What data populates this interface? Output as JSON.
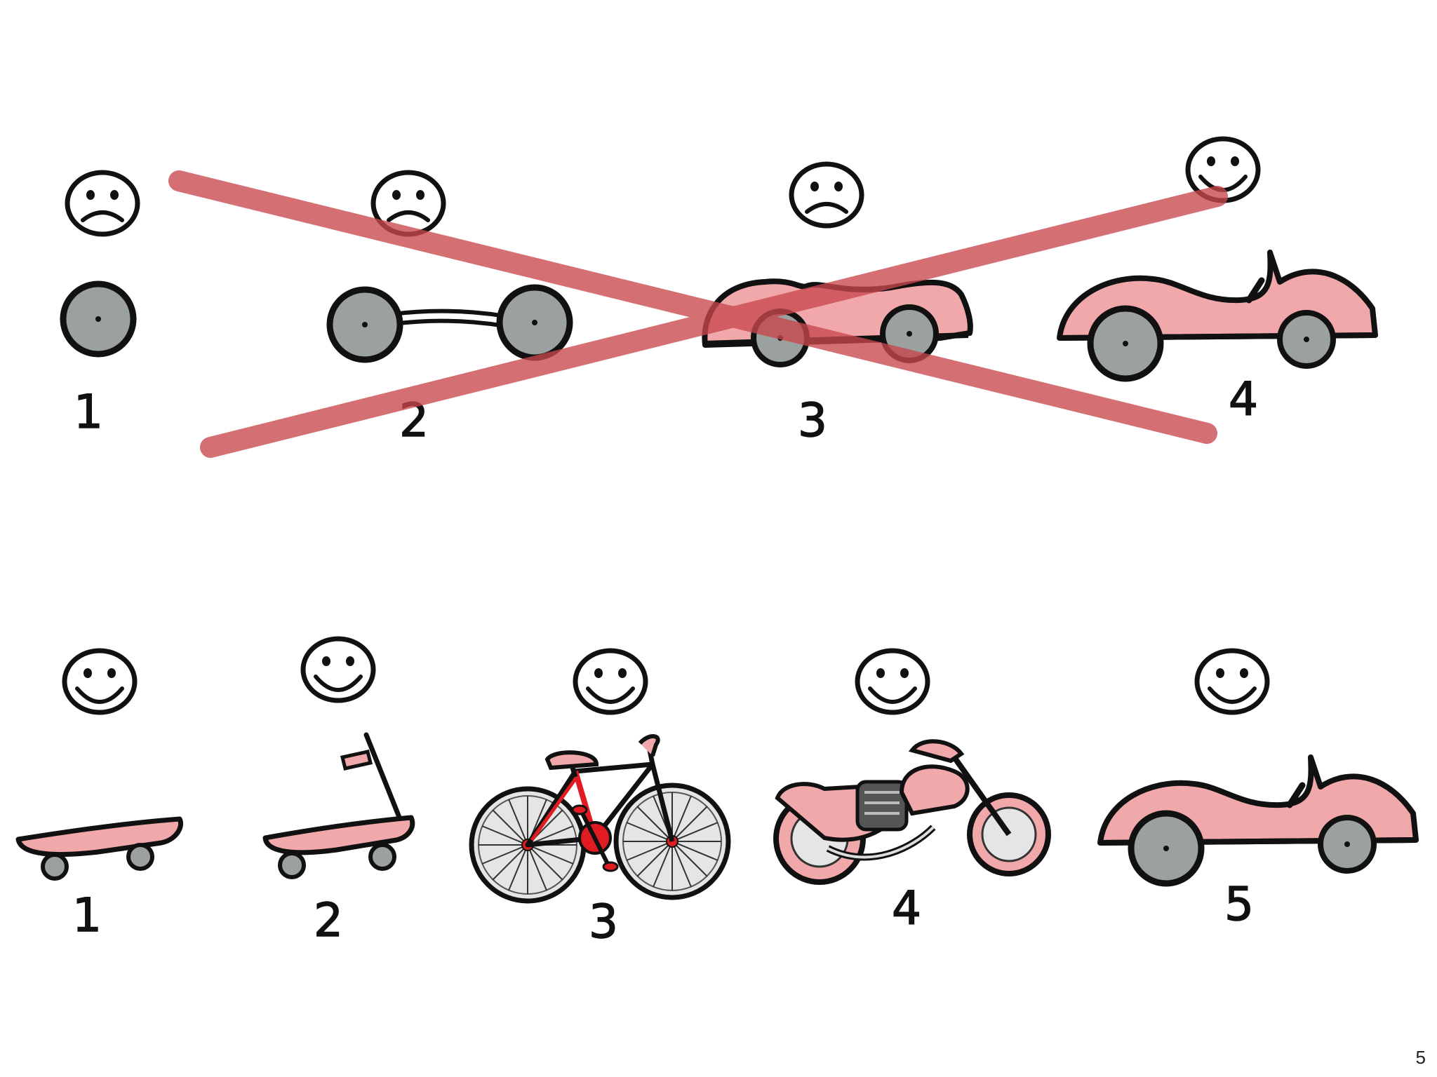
{
  "colors": {
    "ink": "#111111",
    "wheel_grey": "#9aa19e",
    "body_pink": "#f0a8ab",
    "accent_red": "#e11b22",
    "cross_red": "#c9474d"
  },
  "top_row": {
    "crossed_out": true,
    "steps": [
      {
        "label": "1",
        "mood": "sad",
        "item": "wheel"
      },
      {
        "label": "2",
        "mood": "sad",
        "item": "axle-with-wheels"
      },
      {
        "label": "3",
        "mood": "sad",
        "item": "car-body"
      },
      {
        "label": "4",
        "mood": "happy",
        "item": "car"
      }
    ]
  },
  "bottom_row": {
    "steps": [
      {
        "label": "1",
        "mood": "happy",
        "item": "skateboard"
      },
      {
        "label": "2",
        "mood": "happy",
        "item": "scooter"
      },
      {
        "label": "3",
        "mood": "happy",
        "item": "bicycle"
      },
      {
        "label": "4",
        "mood": "happy",
        "item": "motorcycle"
      },
      {
        "label": "5",
        "mood": "happy",
        "item": "car"
      }
    ]
  },
  "page_number": "5"
}
